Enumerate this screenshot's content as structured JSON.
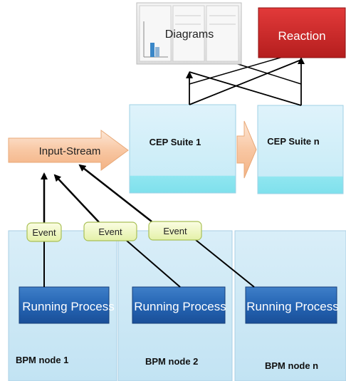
{
  "diagram": {
    "outputs": {
      "diagrams_label": "Diagrams",
      "reaction_label": "Reaction"
    },
    "input_stream_label": "Input-Stream",
    "cep_suites": [
      {
        "label": "CEP Suite 1"
      },
      {
        "label": "CEP Suite n"
      }
    ],
    "events": [
      {
        "label": "Event"
      },
      {
        "label": "Event"
      },
      {
        "label": "Event"
      }
    ],
    "bpm_nodes": [
      {
        "process_label": "Running Process",
        "node_label": "BPM node 1"
      },
      {
        "process_label": "Running Process",
        "node_label": "BPM node 2"
      },
      {
        "process_label": "Running Process",
        "node_label": "BPM node n"
      }
    ]
  }
}
